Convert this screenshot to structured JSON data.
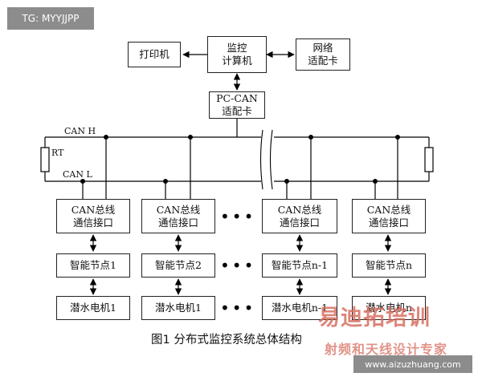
{
  "tag": "TG: MYYJJPP",
  "computer": {
    "line1": "监控",
    "line2": "计算机"
  },
  "printer": "打印机",
  "network_card": {
    "line1": "网络",
    "line2": "适配卡"
  },
  "pccan_card": {
    "line1": "PC-CAN",
    "line2": "适配卡"
  },
  "can_h": "CAN H",
  "can_l": "CAN L",
  "rt": "RT",
  "ellipsis": "•••",
  "columns": [
    {
      "iface1": "CAN总线",
      "iface2": "通信接口",
      "node": "智能节点1",
      "motor": "潜水电机1"
    },
    {
      "iface1": "CAN总线",
      "iface2": "通信接口",
      "node": "智能节点2",
      "motor": "潜水电机1"
    },
    {
      "iface1": "CAN总线",
      "iface2": "通信接口",
      "node": "智能节点n-1",
      "motor": "潜水电机n-1"
    },
    {
      "iface1": "CAN总线",
      "iface2": "通信接口",
      "node": "智能节点n",
      "motor": "潜水电机n"
    }
  ],
  "caption": "图1 分布式监控系统总体结构",
  "watermark": {
    "logo": "易迪拓培训",
    "subtitle": "射频和天线设计专家",
    "url": "www.aizuzhuang.com"
  }
}
